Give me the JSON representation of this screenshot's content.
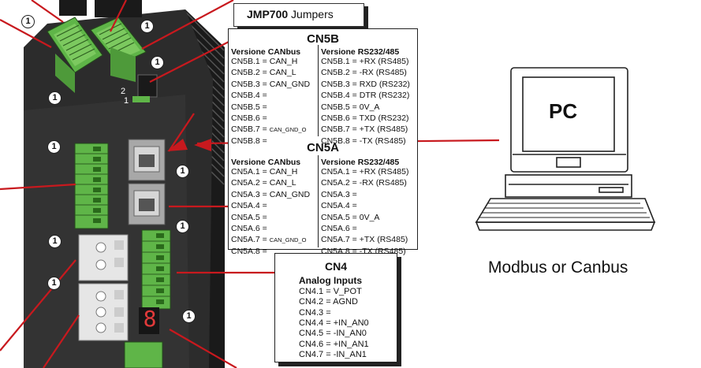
{
  "jumpers": {
    "title": "JMP700",
    "suffix": "Jumpers"
  },
  "callout_number": "1",
  "jumper_pins": [
    "2",
    "1"
  ],
  "cn5b": {
    "title": "CN5B",
    "col_left_header": "Versione CANbus",
    "col_right_header": "Versione RS232/485",
    "left": [
      "CN5B.1 = CAN_H",
      "CN5B.2 = CAN_L",
      "CN5B.3 = CAN_GND",
      "CN5B.4 =",
      "CN5B.5 =",
      "CN5B.6 =",
      "CN5B.7 = ",
      "CN5B.8 ="
    ],
    "left_small_7": "CAN_GND_O",
    "right": [
      "CN5B.1 = +RX (RS485)",
      "CN5B.2 = -RX (RS485)",
      "CN5B.3 = RXD (RS232)",
      "CN5B.4 = DTR (RS232)",
      "CN5B.5 = 0V_A",
      "CN5B.6 = TXD (RS232)",
      "CN5B.7 = +TX (RS485)",
      "CN5B.8 = -TX (RS485)"
    ]
  },
  "cn5a": {
    "title": "CN5A",
    "col_left_header": "Versione CANbus",
    "col_right_header": "Versione RS232/485",
    "left": [
      "CN5A.1 = CAN_H",
      "CN5A.2 = CAN_L",
      "CN5A.3 = CAN_GND",
      "CN5A.4 =",
      "CN5A.5 =",
      "CN5A.6 =",
      "CN5A.7 = ",
      "CN5A.8 ="
    ],
    "left_small_7": "CAN_GND_O",
    "right": [
      "CN5A.1 = +RX (RS485)",
      "CN5A.2 = -RX (RS485)",
      "CN5A.3 =",
      "CN5A.4 =",
      "CN5A.5 = 0V_A",
      "CN5A.6 =",
      "CN5A.7 = +TX (RS485)",
      "CN5A.8 = -TX (RS485)"
    ]
  },
  "cn4": {
    "title": "CN4",
    "subtitle": "Analog Inputs",
    "rows": [
      "CN4.1 = V_POT",
      "CN4.2 = AGND",
      "CN4.3 =",
      "CN4.4 = +IN_AN0",
      "CN4.5 = -IN_AN0",
      "CN4.6 = +IN_AN1",
      "CN4.7 = -IN_AN1"
    ]
  },
  "pc": {
    "label": "PC",
    "caption": "Modbus or Canbus"
  },
  "display_digit": "8",
  "colors": {
    "arrow": "#c8191e",
    "device": "#2c2c2c",
    "terminal_green": "#5fb548",
    "jack_gray": "#a8a8a8"
  }
}
